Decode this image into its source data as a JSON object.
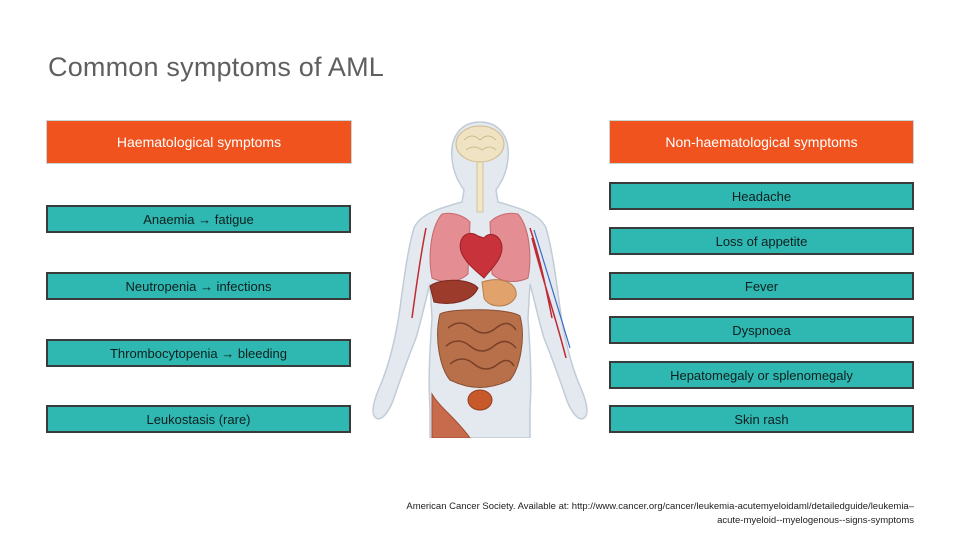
{
  "slide": {
    "title": "Common symptoms of AML"
  },
  "left": {
    "header": "Haematological symptoms",
    "items": [
      "Anaemia → fatigue",
      "Neutropenia → infections",
      "Thrombocytopenia → bleeding",
      "Leukostasis (rare)"
    ]
  },
  "right": {
    "header": "Non-haematological symptoms",
    "items": [
      "Headache",
      "Loss of appetite",
      "Fever",
      "Dyspnoea",
      "Hepatomegaly or splenomegaly",
      "Skin rash"
    ]
  },
  "citation": {
    "line1": "American Cancer Society. Available at: http://www.cancer.org/cancer/leukemia-acutemyeloidaml/detailedguide/leukemia–",
    "line2": "acute-myeloid--myelogenous--signs-symptoms"
  },
  "colors": {
    "header_bg": "#f0531e",
    "item_bg": "#2eb8b1",
    "title_text": "#5f5f5f"
  }
}
